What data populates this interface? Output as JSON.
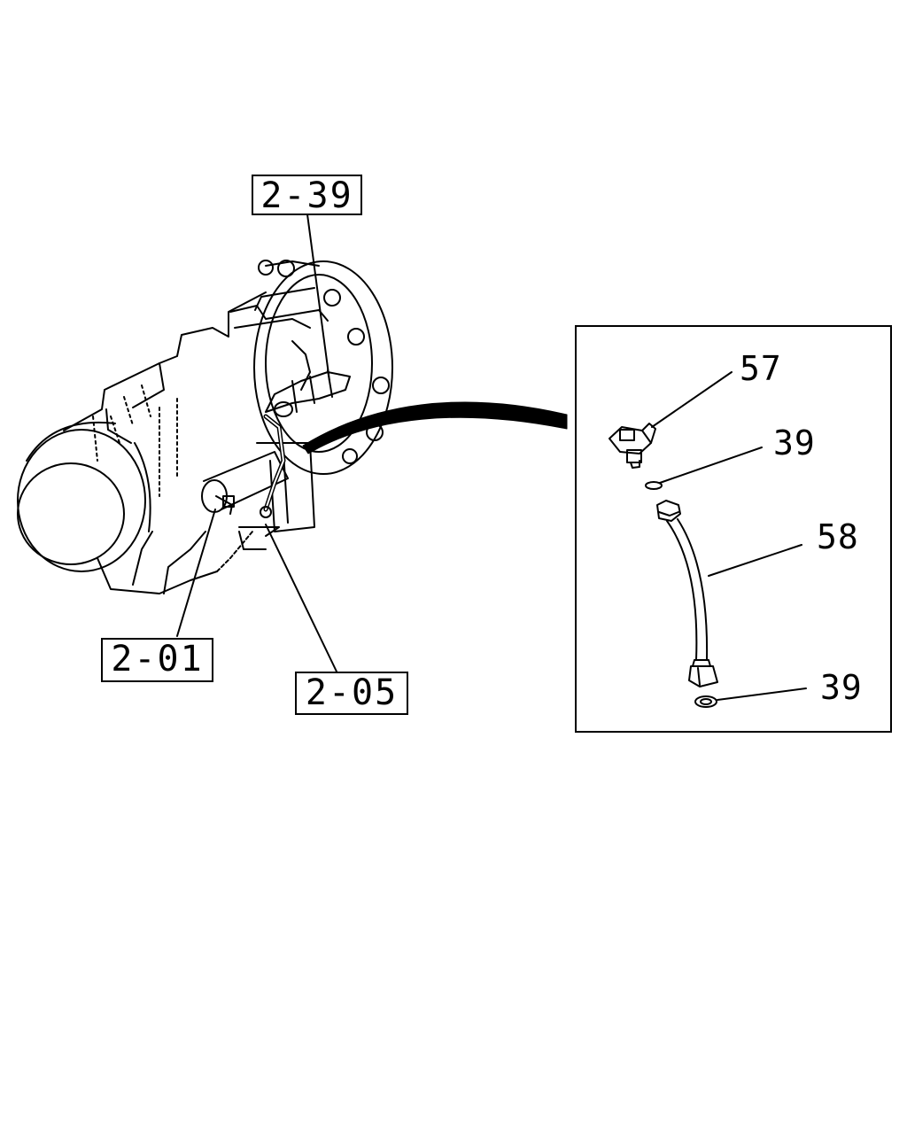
{
  "reference_boxes": {
    "top": "2-39",
    "left": "2-01",
    "bottom": "2-05"
  },
  "part_numbers": {
    "sensor": "57",
    "washer_upper": "39",
    "pipe": "58",
    "washer_lower": "39"
  },
  "colors": {
    "line": "#000000",
    "background": "#ffffff"
  }
}
